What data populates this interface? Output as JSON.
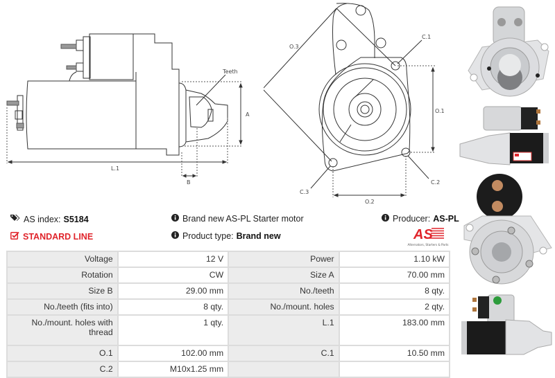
{
  "drawings": {
    "side_view": {
      "labels": {
        "teeth": "Teeth",
        "a": "A",
        "b": "B",
        "l1": "L.1"
      }
    },
    "front_view": {
      "labels": {
        "o1": "O.1",
        "o2": "O.2",
        "o3": "O.3",
        "c1": "C.1",
        "c2": "C.2",
        "c3": "C.3"
      }
    }
  },
  "info": {
    "as_index_label": "AS index:",
    "as_index_value": "S5184",
    "line_label": "STANDARD LINE",
    "description": "Brand new AS-PL Starter motor",
    "product_type_label": "Product type:",
    "product_type_value": "Brand new",
    "producer_label": "Producer:",
    "producer_value": "AS-PL",
    "logo_text": "AS",
    "logo_tagline": "Alternators, Starters & Parts"
  },
  "colors": {
    "accent_red": "#e0242b",
    "label_cell_bg": "#ececec",
    "border": "#dcdcdc"
  },
  "specs": [
    {
      "label1": "Voltage",
      "value1": "12 V",
      "label2": "Power",
      "value2": "1.10 kW"
    },
    {
      "label1": "Rotation",
      "value1": "CW",
      "label2": "Size A",
      "value2": "70.00 mm"
    },
    {
      "label1": "Size B",
      "value1": "29.00 mm",
      "label2": "No./teeth",
      "value2": "8 qty."
    },
    {
      "label1": "No./teeth (fits into)",
      "value1": "8 qty.",
      "label2": "No./mount. holes",
      "value2": "2 qty."
    },
    {
      "label1": "No./mount. holes with thread",
      "value1": "1 qty.",
      "label2": "L.1",
      "value2": "183.00 mm"
    },
    {
      "label1": "O.1",
      "value1": "102.00 mm",
      "label2": "C.1",
      "value2": "10.50 mm"
    },
    {
      "label1": "C.2",
      "value1": "M10x1.25 mm",
      "label2": "",
      "value2": ""
    }
  ],
  "photos": [
    {
      "name": "front-view-photo"
    },
    {
      "name": "side-view-photo"
    },
    {
      "name": "rear-view-photo"
    },
    {
      "name": "side-view-reverse-photo"
    }
  ]
}
